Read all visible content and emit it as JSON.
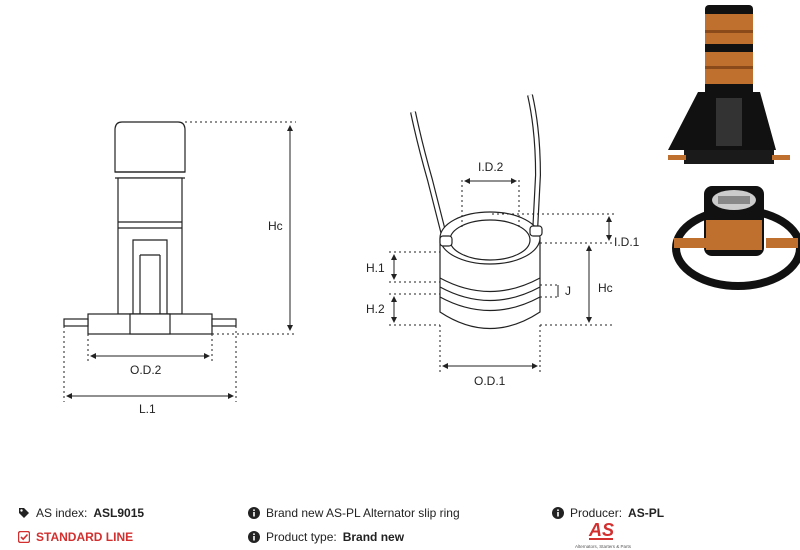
{
  "drawing": {
    "labels": {
      "hc_left": "Hc",
      "od2": "O.D.2",
      "l1": "L.1",
      "id2": "I.D.2",
      "id1": "I.D.1",
      "h1": "H.1",
      "h2": "H.2",
      "j": "J",
      "hc_right": "Hc",
      "od1": "O.D.1"
    }
  },
  "info": {
    "as_index_label": "AS index:",
    "as_index_value": "ASL9015",
    "line_label": "STANDARD LINE",
    "description": "Brand new AS-PL Alternator slip ring",
    "product_type_label": "Product type:",
    "product_type_value": "Brand new",
    "producer_label": "Producer:",
    "producer_value": "AS-PL",
    "logo_text": "AS",
    "logo_tagline": "Alternators, Starters & Parts"
  },
  "colors": {
    "accent_red": "#d32f2f",
    "copper": "#c0702e",
    "line": "#222222"
  },
  "icons": [
    "tag-icon",
    "check-square-icon",
    "info-icon"
  ]
}
